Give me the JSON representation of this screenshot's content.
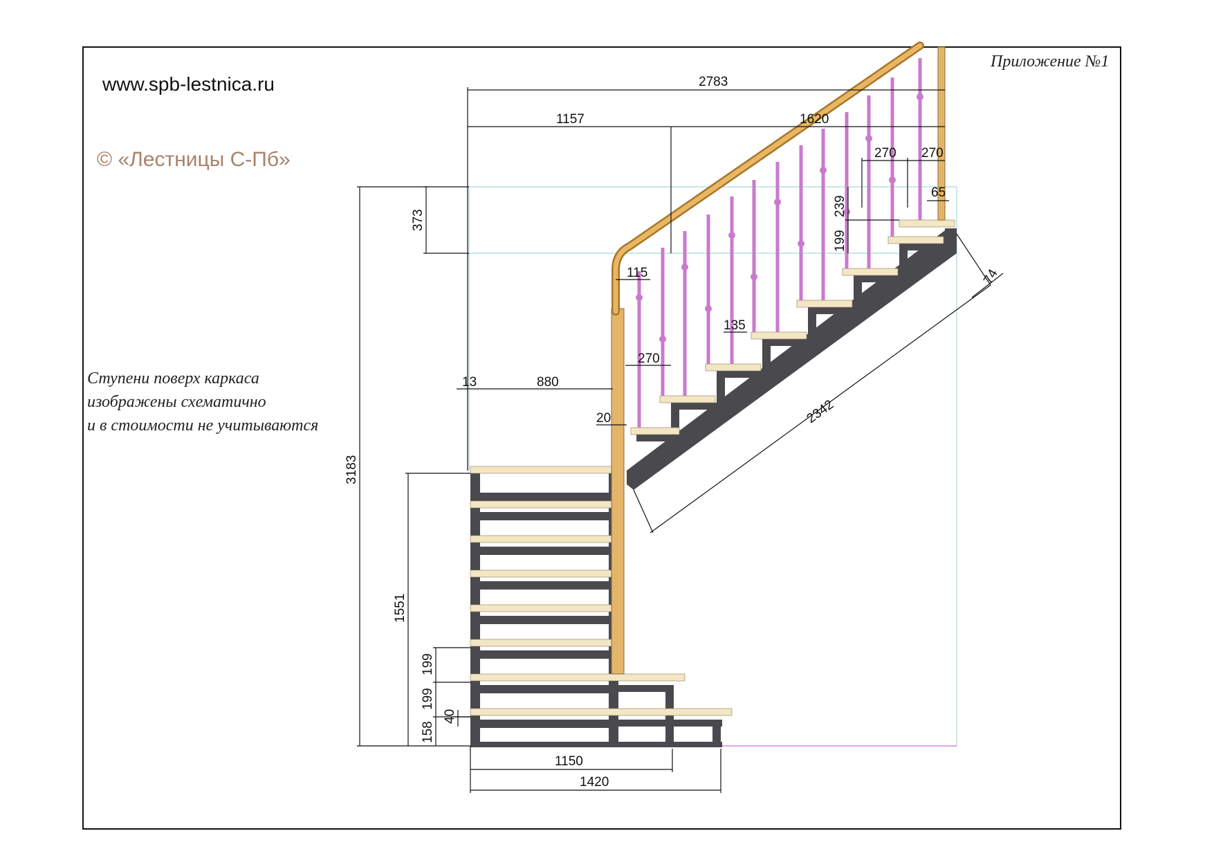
{
  "header": {
    "website": "www.spb-lestnica.ru",
    "copyright": "© «Лестницы С-Пб»",
    "appendix": "Приложение №1"
  },
  "note": {
    "lines": [
      "Ступени поверх каркаса",
      "изображены схематично",
      "и в стоимости не учитываются"
    ]
  },
  "dimensions": {
    "total_length": "2783",
    "lower_run": "1157",
    "upper_run": "1620",
    "tread_top_1": "270",
    "tread_top_2": "270",
    "post_offset": "65",
    "rail_height_top": "239",
    "riser_top": "199",
    "headroom": "373",
    "baluster_offset": "115",
    "baluster_spacing": "135",
    "tread_mid": "270",
    "gap": "13",
    "landing_width": "880",
    "post_gap": "20",
    "stringer_length": "2342",
    "stringer_depth": "74",
    "total_height": "3183",
    "landing_height": "1551",
    "riser_1": "199",
    "riser_2": "199",
    "bottom_step": "158",
    "tread_thickness": "40",
    "base_width": "1150",
    "base_length": "1420"
  },
  "colors": {
    "frame": "#4a4a4e",
    "tread": "#f3e6c4",
    "handrail": "#d9a352",
    "baluster": "#d48ad8",
    "dimension": "#111111",
    "guide": "#a9d6d6"
  }
}
